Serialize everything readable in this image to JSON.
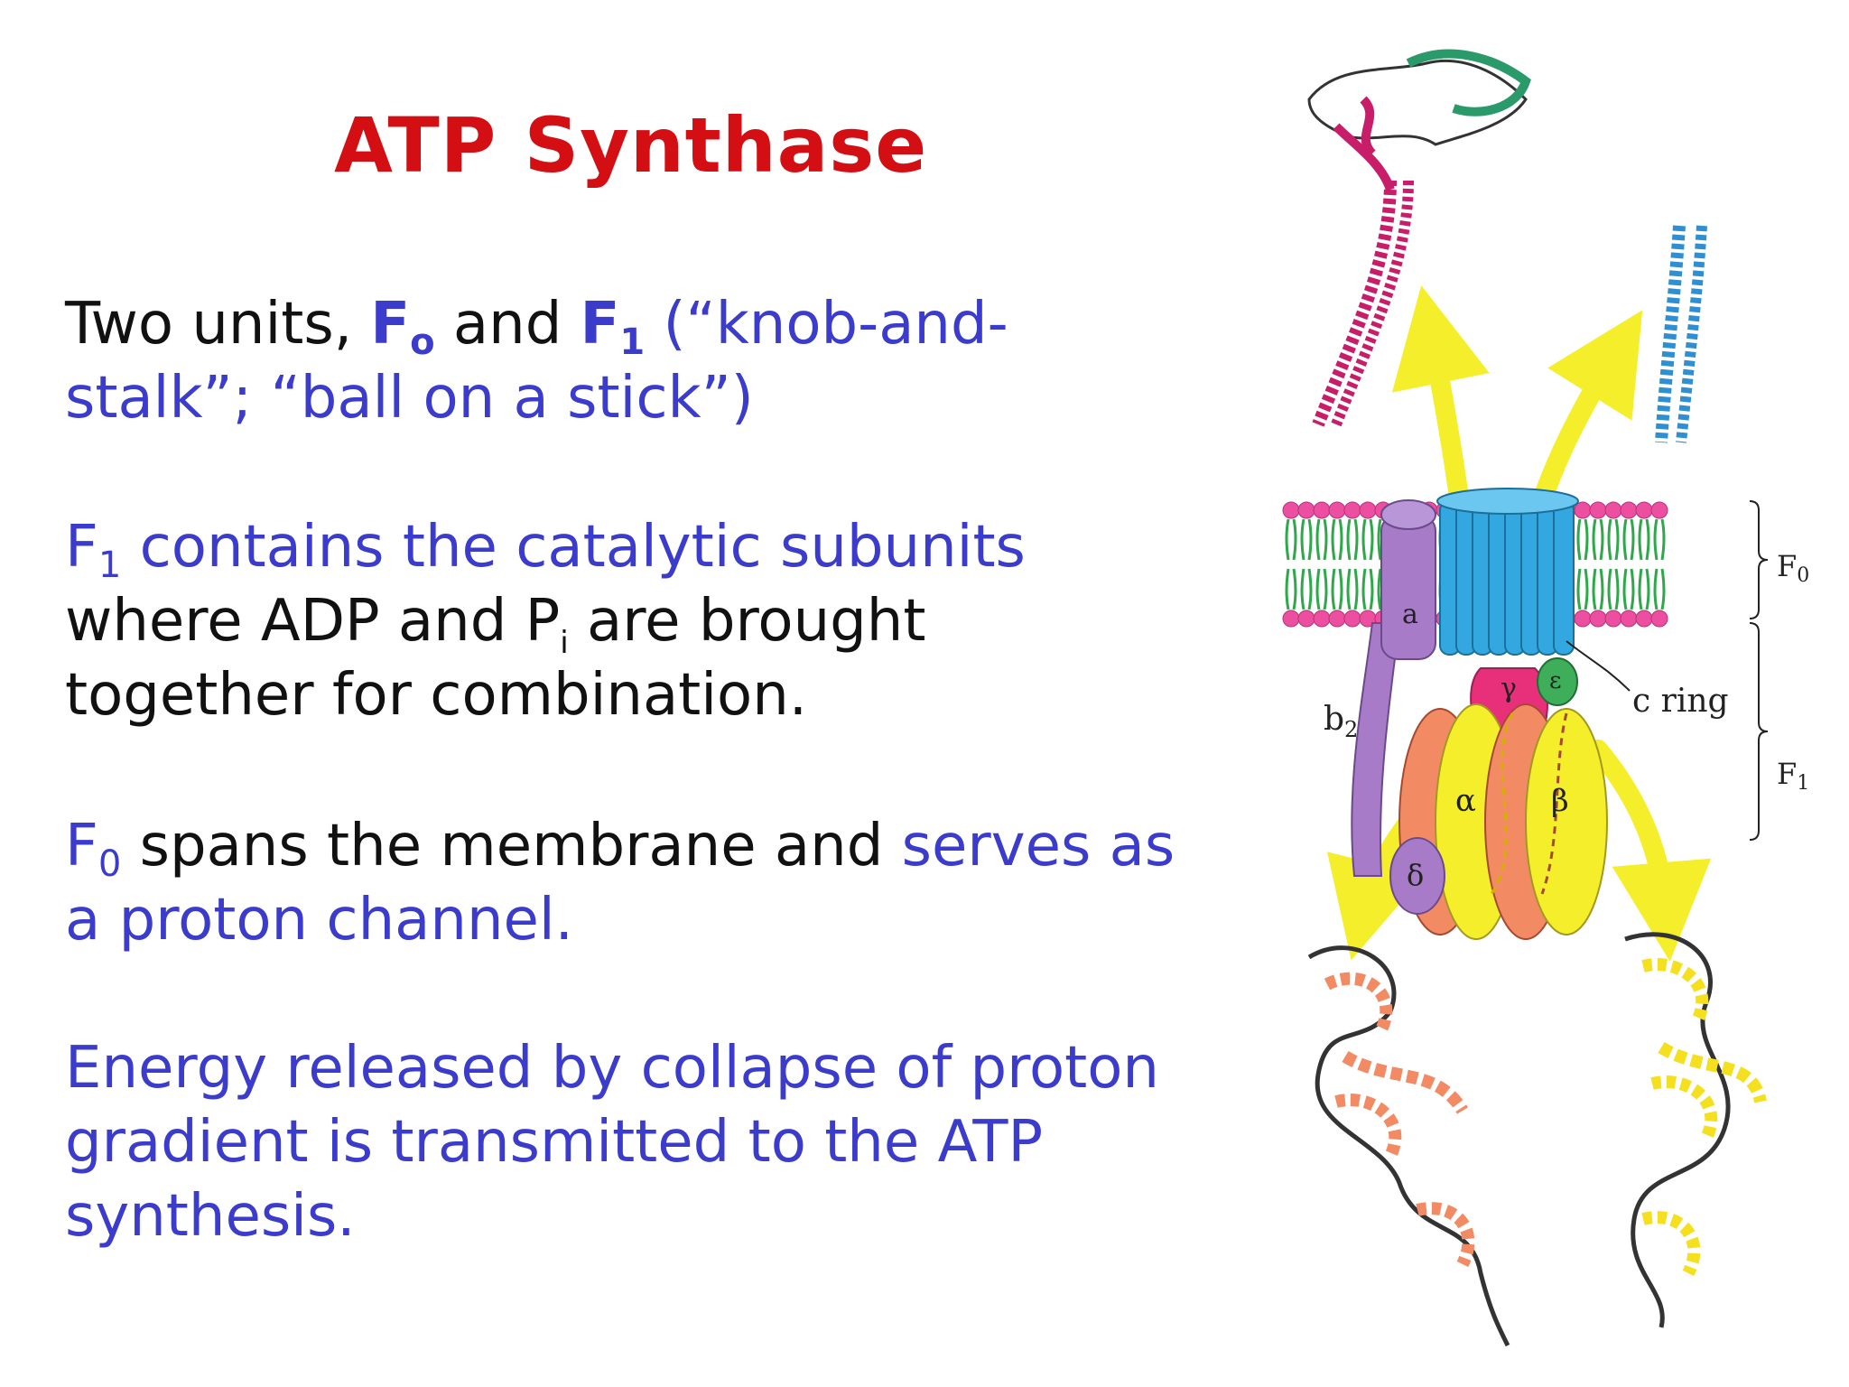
{
  "title": "ATP Synthase",
  "p1": {
    "a": "Two units, ",
    "f": "F",
    "f_sub": "o",
    "and": " and ",
    "f1": "F",
    "f1_sub": "1",
    "rest1": "  (“knob-and-",
    "line2": "stalk”; “ball on a stick”)"
  },
  "p2": {
    "f": "F",
    "f_sub": "1",
    "rest1": " contains the catalytic subunits",
    "line2_a": "where ADP and P",
    "line2_sub": "i",
    "line2_b": " are brought",
    "line3": "together for combination."
  },
  "p3": {
    "f": "F",
    "f_sub": "0",
    "mid": " spans the membrane and ",
    "blue_end": "serves as",
    "line2": "a proton channel."
  },
  "p4": {
    "line1": "Energy released by collapse of proton",
    "line2": "gradient is transmitted to the ATP",
    "line3": "synthesis."
  },
  "figure": {
    "label_a": "a",
    "label_gamma": "γ",
    "label_epsilon": "ε",
    "label_alpha": "α",
    "label_beta": "β",
    "label_delta": "δ",
    "label_b": "b",
    "label_b_sub": "2",
    "label_cring": "c ring",
    "label_fo": "F",
    "label_fo_sub": "0",
    "label_f1": "F",
    "label_f1_sub": "1"
  },
  "colors": {
    "title": "#d40f14",
    "blue_text": "#3b3bcc",
    "membrane_head": "#ec4fa0",
    "lipid_tail": "#2ea84a",
    "c_ring": "#33a8e0",
    "subunit_a": "#a77bc8",
    "gamma": "#e8307a",
    "epsilon": "#3fae5a",
    "alpha": "#f28a64",
    "beta": "#f3e53a",
    "arrow": "#f5ee2a"
  }
}
